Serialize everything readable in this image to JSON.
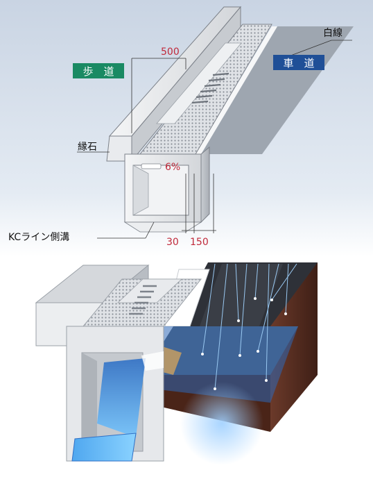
{
  "labels": {
    "sidewalk": "歩　道",
    "roadway": "車　道",
    "white_line": "白線",
    "curb": "縁石",
    "gutter": "KCライン側溝",
    "width": "500",
    "slope": "6%",
    "offset_a": "30",
    "offset_b": "150"
  },
  "colors": {
    "sidewalk_badge": "#1a8a63",
    "roadway_badge": "#1f4f97",
    "dimension_text": "#c0293a",
    "water": "#3d86d8"
  }
}
